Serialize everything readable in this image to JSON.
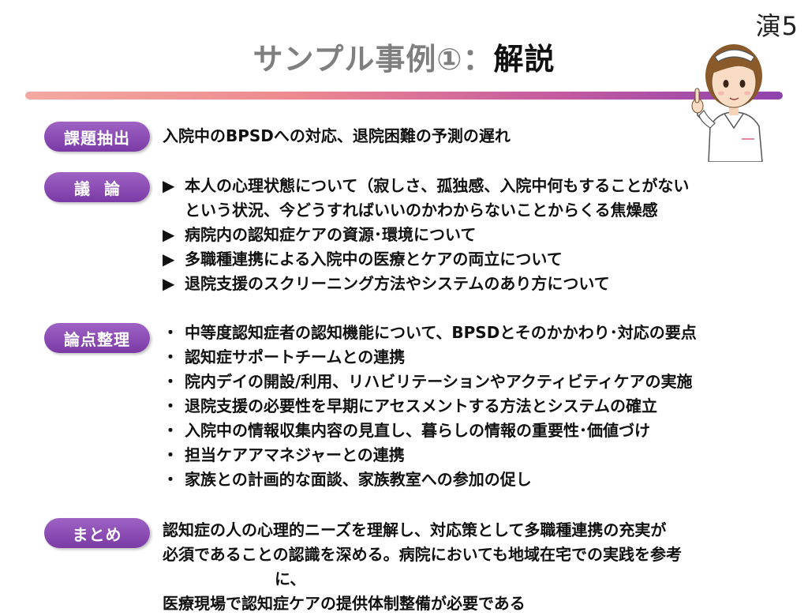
{
  "slide_number": "演5",
  "title": {
    "prefix": "サンプル事例①：",
    "accent": "解説"
  },
  "sections": {
    "issue": {
      "label": "課題抽出",
      "text": "入院中のBPSDへの対応、退院困難の予測の遅れ"
    },
    "discussion": {
      "label": "議論",
      "marker": "▶",
      "items": [
        "本人の心理状態について（寂しさ、孤独感、入院中何もすることがない",
        "という状況、今どうすればいいのかわからないことからくる焦燥感",
        "病院内の認知症ケアの資源･環境について",
        "多職種連携による入院中の医療とケアの両立について",
        "退院支援のスクリーニング方法やシステムのあり方について"
      ]
    },
    "points": {
      "label": "論点整理",
      "marker": "・",
      "items": [
        "中等度認知症者の認知機能について、BPSDとそのかかわり･対応の要点",
        "認知症サポートチームとの連携",
        "院内デイの開設/利用、リハビリテーションやアクティビティケアの実施",
        "退院支援の必要性を早期にアセスメントする方法とシステムの確立",
        "入院中の情報収集内容の見直し、暮らしの情報の重要性･価値づけ",
        "担当ケアアマネジャーとの連携",
        "家族との計画的な面談、家族教室への参加の促し"
      ]
    },
    "summary": {
      "label": "まとめ",
      "lines": [
        "認知症の人の心理的ニーズを理解し、対応策として多職種連携の充実が",
        "必須であることの認識を深める。病院においても地域在宅での実践を参考",
        "に、",
        "医療現場で認知症ケアの提供体制整備が必要である"
      ]
    }
  },
  "colors": {
    "pill": "#7b3aa6",
    "title_gray": "#7f7f7f",
    "rule_start": "#f3a9a0",
    "rule_end": "#8e44ad"
  },
  "icons": {
    "character": "nurse-pointing-illustration"
  }
}
